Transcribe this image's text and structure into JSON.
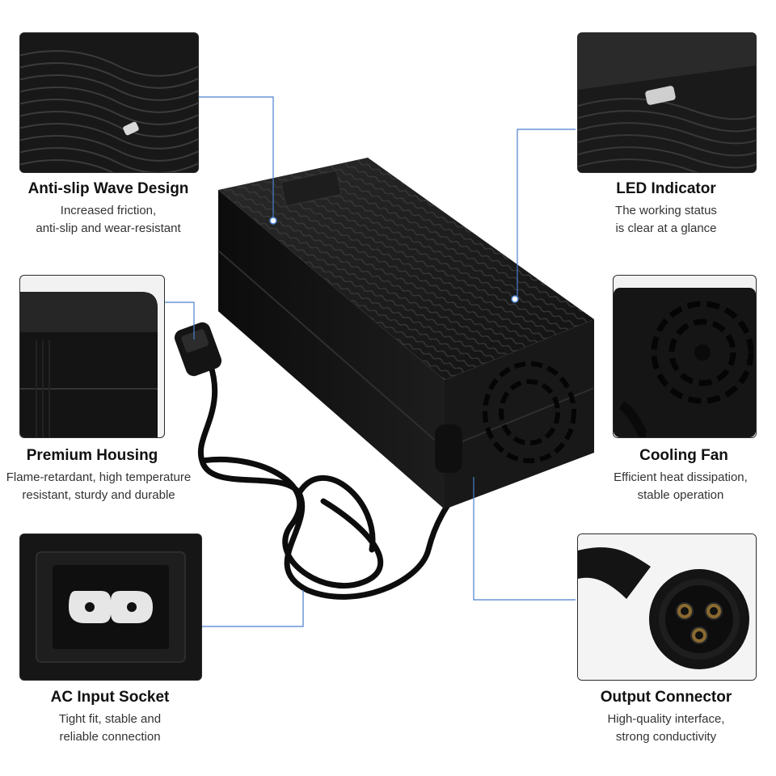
{
  "features": {
    "anti_slip": {
      "title": "Anti-slip Wave Design",
      "desc": [
        "Increased friction,",
        "anti-slip and wear-resistant"
      ]
    },
    "led": {
      "title": "LED Indicator",
      "desc": [
        "The working status",
        "is clear at a glance"
      ]
    },
    "housing": {
      "title": "Premium Housing",
      "desc": [
        "Flame-retardant, high temperature",
        "resistant, sturdy and durable"
      ]
    },
    "fan": {
      "title": "Cooling Fan",
      "desc": [
        "Efficient heat dissipation,",
        "stable operation"
      ]
    },
    "ac_input": {
      "title": "AC Input Socket",
      "desc": [
        "Tight fit, stable and",
        "reliable connection"
      ]
    },
    "output": {
      "title": "Output Connector",
      "desc": [
        "High-quality interface,",
        "strong conductivity"
      ]
    }
  },
  "colors": {
    "background": "#ffffff",
    "connector_line": "#4a7fd0",
    "product": "#141414",
    "panel_border": "#2b2b2b"
  },
  "icons": [
    "dot-marker-icon",
    "led-light-icon",
    "fan-vent-icon",
    "ac-socket-icon",
    "three-pin-connector-icon"
  ]
}
